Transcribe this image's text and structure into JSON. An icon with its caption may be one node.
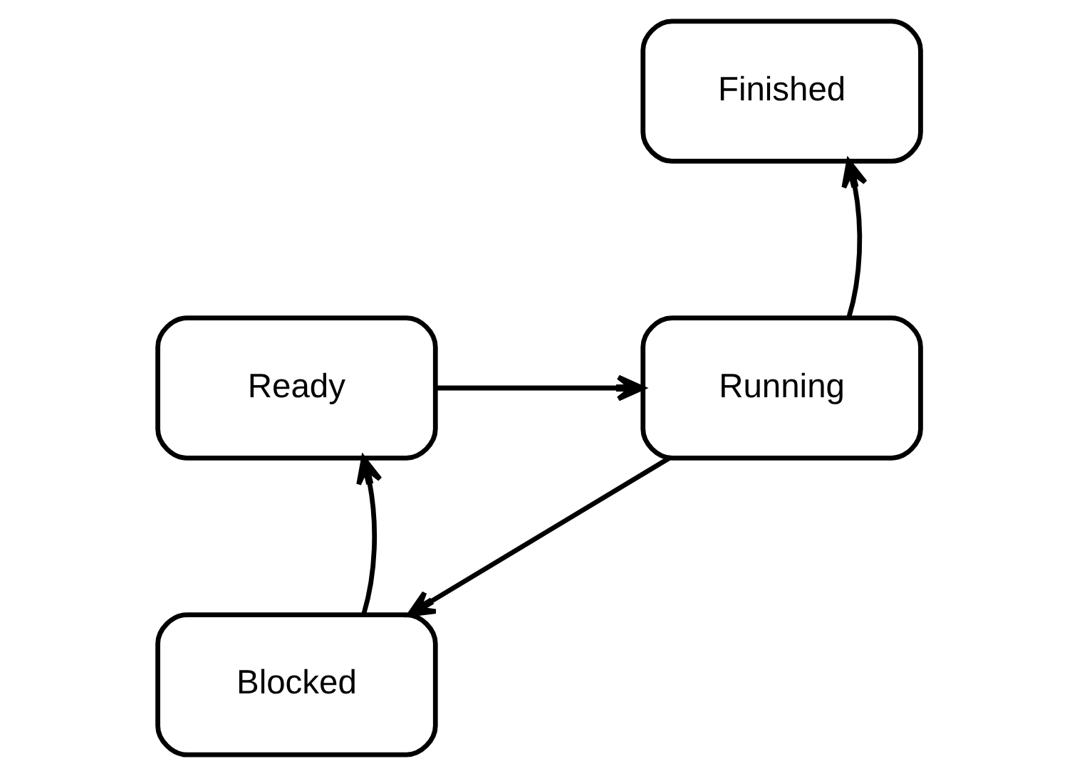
{
  "diagram": {
    "nodes": [
      {
        "text": [
          "Finished"
        ]
      },
      {
        "text": [
          "Ready"
        ]
      },
      {
        "text": [
          "Running"
        ]
      },
      {
        "text": [
          "Blocked"
        ]
      }
    ],
    "edges": [
      {
        "from": 1,
        "to": 2,
        "arrow": "to"
      },
      {
        "from": 2,
        "to": 0,
        "arrow": "to"
      },
      {
        "from": 2,
        "to": 3,
        "arrow": "to"
      },
      {
        "from": 3,
        "to": 1,
        "arrow": "to"
      }
    ]
  }
}
